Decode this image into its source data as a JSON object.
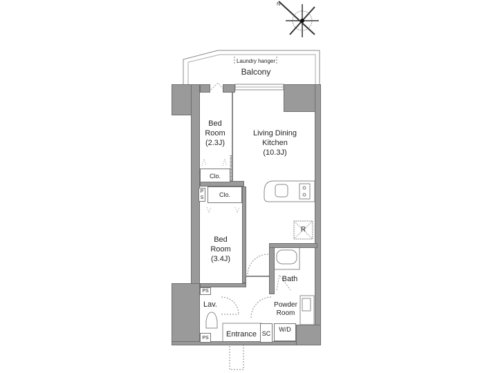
{
  "compass": {
    "icon": "compass-rose-icon",
    "north_label": "N"
  },
  "rooms": {
    "balcony": {
      "label": "Balcony",
      "sub_label": "Laundry hanger"
    },
    "bedroom1": {
      "line1": "Bed",
      "line2": "Room",
      "size": "(2.3J)"
    },
    "ldk": {
      "line1": "Living Dining",
      "line2": "Kitchen",
      "size": "(10.3J)"
    },
    "bedroom2": {
      "line1": "Bed",
      "line2": "Room",
      "size": "(3.4J)"
    },
    "closet1": {
      "label": "Clo."
    },
    "closet2": {
      "label": "Clo."
    },
    "bath": {
      "label": "Bath"
    },
    "powder_room": {
      "line1": "Powder",
      "line2": "Room"
    },
    "washer_dryer": {
      "label": "W/D"
    },
    "lavatory": {
      "label": "Lav."
    },
    "entrance": {
      "label": "Entrance"
    },
    "shoe_closet": {
      "label": "SC"
    },
    "refrigerator": {
      "label": "R"
    },
    "pipe_spaces": [
      {
        "label": "P\nS"
      },
      {
        "label": "PS"
      },
      {
        "label": "PS"
      }
    ]
  },
  "colors": {
    "wall": "#9a9a9a",
    "wall_border": "#6e6e6e",
    "line": "#777777",
    "text": "#222222"
  }
}
